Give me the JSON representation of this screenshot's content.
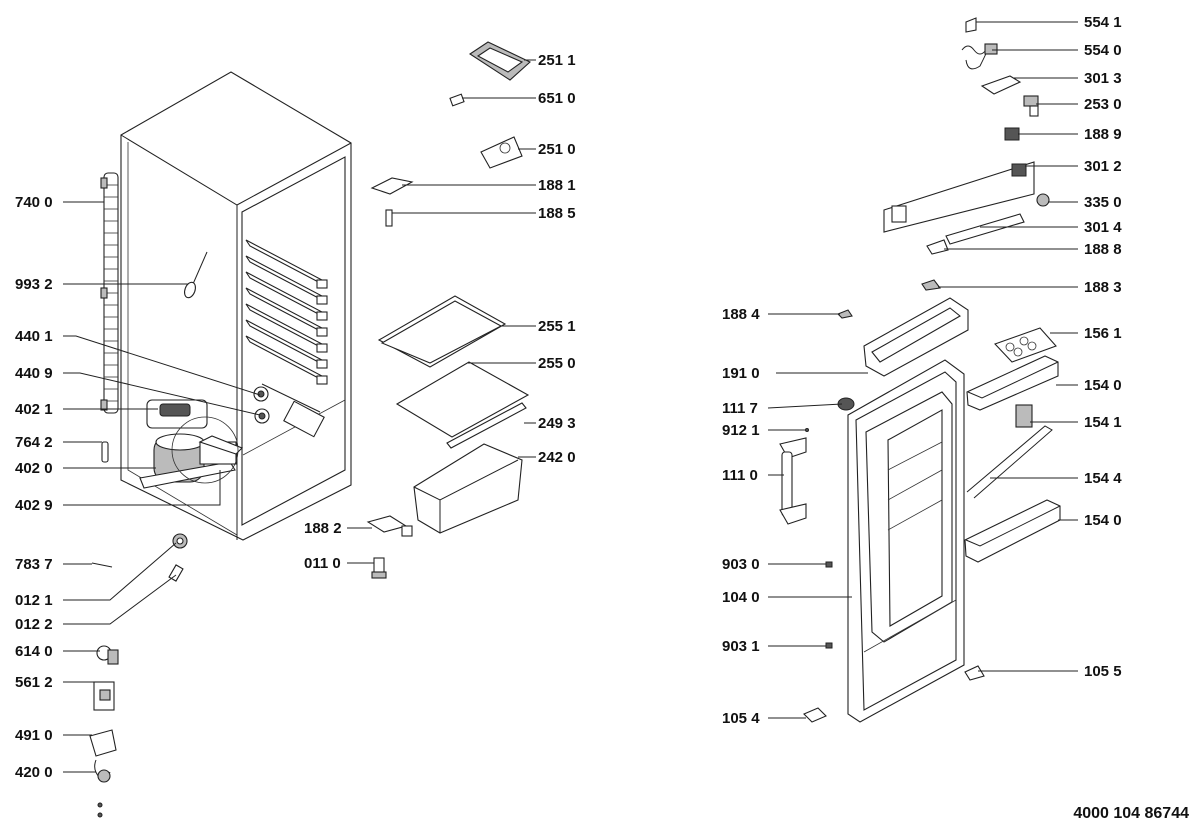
{
  "labels": {
    "l_740_0": "740 0",
    "l_993_2": "993 2",
    "l_440_1": "440 1",
    "l_440_9": "440 9",
    "l_402_1": "402 1",
    "l_764_2": "764 2",
    "l_402_0": "402 0",
    "l_402_9": "402 9",
    "l_783_7": "783 7",
    "l_012_1": "012 1",
    "l_012_2": "012 2",
    "l_614_0": "614 0",
    "l_561_2": "561 2",
    "l_491_0": "491 0",
    "l_420_0": "420 0",
    "l_251_1": "251 1",
    "l_651_0": "651 0",
    "l_251_0": "251 0",
    "l_188_1": "188 1",
    "l_188_5": "188 5",
    "l_255_1": "255 1",
    "l_255_0": "255 0",
    "l_249_3": "249 3",
    "l_242_0": "242 0",
    "l_188_2": "188 2",
    "l_011_0": "011 0",
    "l_554_1": "554 1",
    "l_554_0": "554 0",
    "l_301_3": "301 3",
    "l_253_0": "253 0",
    "l_188_9": "188 9",
    "l_301_2": "301 2",
    "l_335_0": "335 0",
    "l_301_4": "301 4",
    "l_188_8": "188 8",
    "l_188_3": "188 3",
    "l_188_4": "188 4",
    "l_156_1": "156 1",
    "l_191_0": "191 0",
    "l_154_0a": "154 0",
    "l_111_7": "111 7",
    "l_154_1": "154 1",
    "l_912_1": "912 1",
    "l_111_0": "111 0",
    "l_154_4": "154 4",
    "l_154_0b": "154 0",
    "l_903_0": "903 0",
    "l_104_0": "104 0",
    "l_903_1": "903 1",
    "l_105_5": "105 5",
    "l_105_4": "105 4"
  },
  "document_number": "4000 104 86744"
}
